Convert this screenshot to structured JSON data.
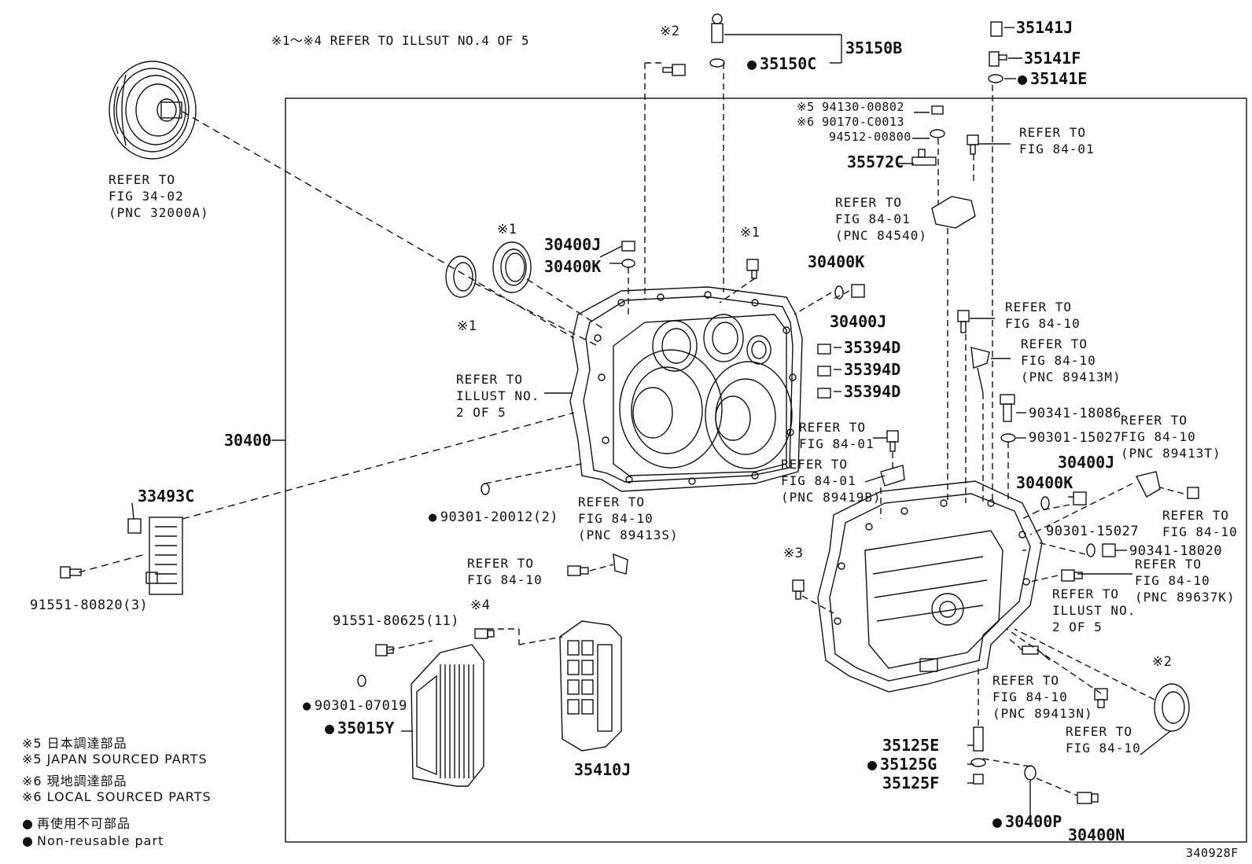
{
  "header_note": "※1～※4 REFER TO ILLSUT NO.4 OF 5",
  "figure_code": "340928F",
  "main_part": "30400",
  "parts": {
    "p35150B": "35150B",
    "p35150C": "35150C",
    "p35141J": "35141J",
    "p35141F": "35141F",
    "p35141E": "35141E",
    "p94130": "※5 94130-00802",
    "p90170": "※6 90170-C0013",
    "p94512": "94512-00800",
    "p35572C": "35572C",
    "p30400J_a": "30400J",
    "p30400K_a": "30400K",
    "p30400K_b": "30400K",
    "p30400J_b": "30400J",
    "p35394D_1": "35394D",
    "p35394D_2": "35394D",
    "p35394D_3": "35394D",
    "p90341_18086": "90341-18086",
    "p90301_15027_a": "90301-15027",
    "p30400J_c": "30400J",
    "p30400K_c": "30400K",
    "p90301_15027_b": "90301-15027",
    "p90341_18020": "90341-18020",
    "p90301_20012": "90301-20012(2)",
    "p33493C": "33493C",
    "p91551_80820": "91551-80820(3)",
    "p91551_80625": "91551-80625(11)",
    "p90301_07019": "90301-07019",
    "p35015Y": "35015Y",
    "p35410J": "35410J",
    "p35125E": "35125E",
    "p35125G": "35125G",
    "p35125F": "35125F",
    "p30400P": "30400P",
    "p30400N": "30400N"
  },
  "marks": {
    "m2_top": "※2",
    "m1_a": "※1",
    "m1_b": "※1",
    "m1_c": "※1",
    "m3": "※3",
    "m4": "※4",
    "m2_right": "※2"
  },
  "refs": {
    "r_torque": "REFER TO\nFIG 34-02\n(PNC 32000A)",
    "r_illust2_a": "REFER TO\nILLUST NO.\n2 OF 5",
    "r_84_01_a": "REFER TO\nFIG 84-01",
    "r_84_01_pnc84540": "REFER TO\nFIG 84-01\n(PNC 84540)",
    "r_84_10_a": "REFER TO\nFIG 84-10",
    "r_84_10_89413M": "REFER TO\nFIG 84-10\n(PNC 89413M)",
    "r_84_10_89413T": "REFER TO\nFIG 84-10\n(PNC 89413T)",
    "r_84_01_b": "REFER TO\nFIG 84-01",
    "r_84_01_89419B": "REFER TO\nFIG 84-01\n(PNC 89419B)",
    "r_84_10_89413S": "REFER TO\nFIG 84-10\n(PNC 89413S)",
    "r_84_10_b": "REFER TO\nFIG 84-10",
    "r_84_10_c": "REFER TO\nFIG 84-10",
    "r_84_10_89637K": "REFER TO\nFIG 84-10\n(PNC 89637K)",
    "r_illust2_b": "REFER TO\nILLUST NO.\n2 OF 5",
    "r_84_10_89413N": "REFER TO\nFIG 84-10\n(PNC 89413N)",
    "r_84_10_d": "REFER TO\nFIG 84-10"
  },
  "legend": {
    "l5_jp": "※5 日本調達部品",
    "l5_en": "※5 JAPAN SOURCED PARTS",
    "l6_jp": "※6 現地調達部品",
    "l6_en": "※6 LOCAL SOURCED PARTS",
    "nonreuse_jp": "再使用不可部品",
    "nonreuse_en": "Non-reusable part"
  }
}
